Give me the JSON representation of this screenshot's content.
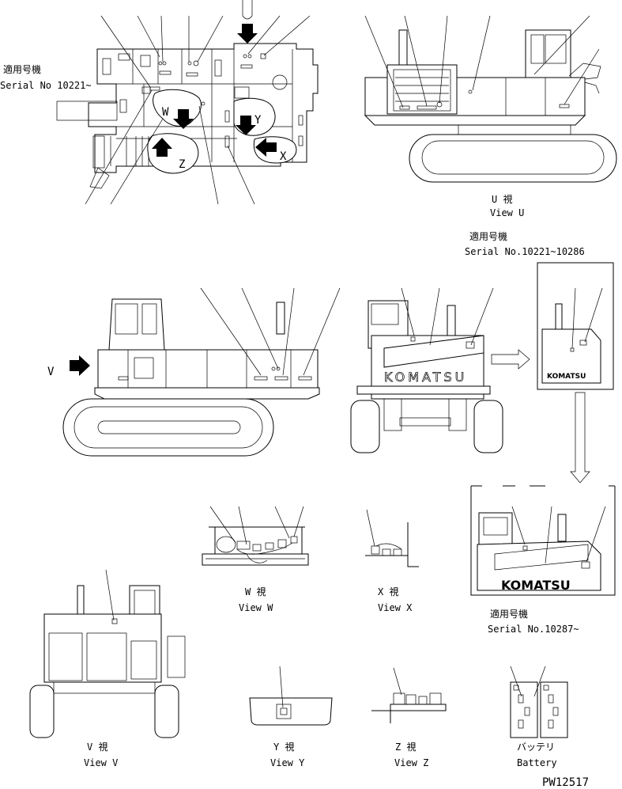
{
  "serial_top_left": {
    "jp": "適用号機",
    "en": "Serial No 10221~"
  },
  "serial_mid_right": {
    "jp": "適用号機",
    "en": "Serial No.10221~10286"
  },
  "serial_bottom_right": {
    "jp": "適用号機",
    "en": "Serial No.10287~"
  },
  "views": {
    "u": {
      "jp": "U 視",
      "en": "View U"
    },
    "w": {
      "jp": "W 視",
      "en": "View W"
    },
    "x": {
      "jp": "X 視",
      "en": "View X"
    },
    "v": {
      "jp": "V 視",
      "en": "View V"
    },
    "y": {
      "jp": "Y 視",
      "en": "View Y"
    },
    "z": {
      "jp": "Z 視",
      "en": "View Z"
    },
    "battery": {
      "jp": "バッテリ",
      "en": "Battery"
    }
  },
  "callouts": {
    "w": "W",
    "x": "X",
    "y": "Y",
    "z": "Z",
    "v": "V"
  },
  "brand": {
    "outline": "KOMATSU",
    "small": "KOMATSU",
    "large": "KOMATSU"
  },
  "drawing_number": "PW12517",
  "icons": [
    "view-arrow-icon",
    "transition-arrow-icon"
  ]
}
